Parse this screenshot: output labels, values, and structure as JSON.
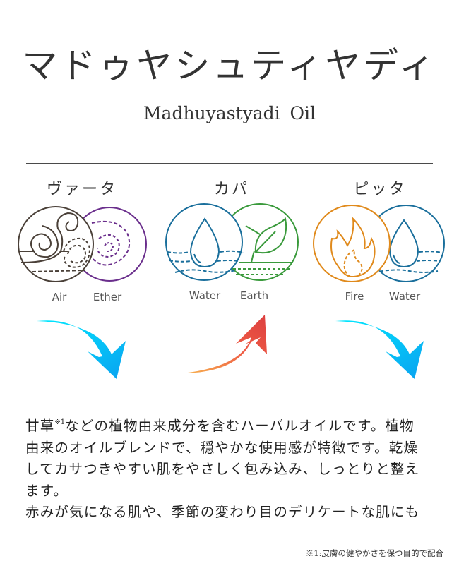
{
  "header": {
    "title_jp": "マドゥヤシュティヤディ",
    "title_en": "Madhuyastyadi  Oil"
  },
  "doshas": [
    {
      "name": "ヴァータ",
      "elements": [
        {
          "label": "Air",
          "icon": "air-swirl-icon",
          "color": "#4a4038"
        },
        {
          "label": "Ether",
          "icon": "ether-spiral-icon",
          "color": "#6a2e8c"
        }
      ],
      "arrow": {
        "direction": "down",
        "icon": "curved-arrow-down-icon",
        "gradient": [
          "#00e8ff",
          "#0aa2f0"
        ]
      }
    },
    {
      "name": "カパ",
      "elements": [
        {
          "label": "Water",
          "icon": "water-drop-icon",
          "color": "#1a6f9c"
        },
        {
          "label": "Earth",
          "icon": "earth-leaf-icon",
          "color": "#3a9a3c"
        }
      ],
      "arrow": {
        "direction": "up",
        "icon": "curved-arrow-up-icon",
        "gradient": [
          "#f6ae4c",
          "#e0403f"
        ]
      }
    },
    {
      "name": "ピッタ",
      "elements": [
        {
          "label": "Fire",
          "icon": "fire-flame-icon",
          "color": "#e08a1c"
        },
        {
          "label": "Water",
          "icon": "water-drop-icon",
          "color": "#1a6f9c"
        }
      ],
      "arrow": {
        "direction": "down",
        "icon": "curved-arrow-down-icon",
        "gradient": [
          "#00e8ff",
          "#0aa2f0"
        ]
      }
    }
  ],
  "description": {
    "line1_a": "甘草",
    "line1_sup": "※1",
    "line1_b": "などの植物由来成分を含むハーバルオイルです。植物",
    "line2": "由来のオイルブレンドで、穏やかな使用感が特徴です。乾燥",
    "line3": "してカサつきやすい肌をやさしく包み込み、しっとりと整え",
    "line4": "ます。",
    "line5": "赤みが気になる肌や、季節の変わり目のデリケートな肌にも"
  },
  "footnote": "※1:皮膚の健やかさを保つ目的で配合"
}
